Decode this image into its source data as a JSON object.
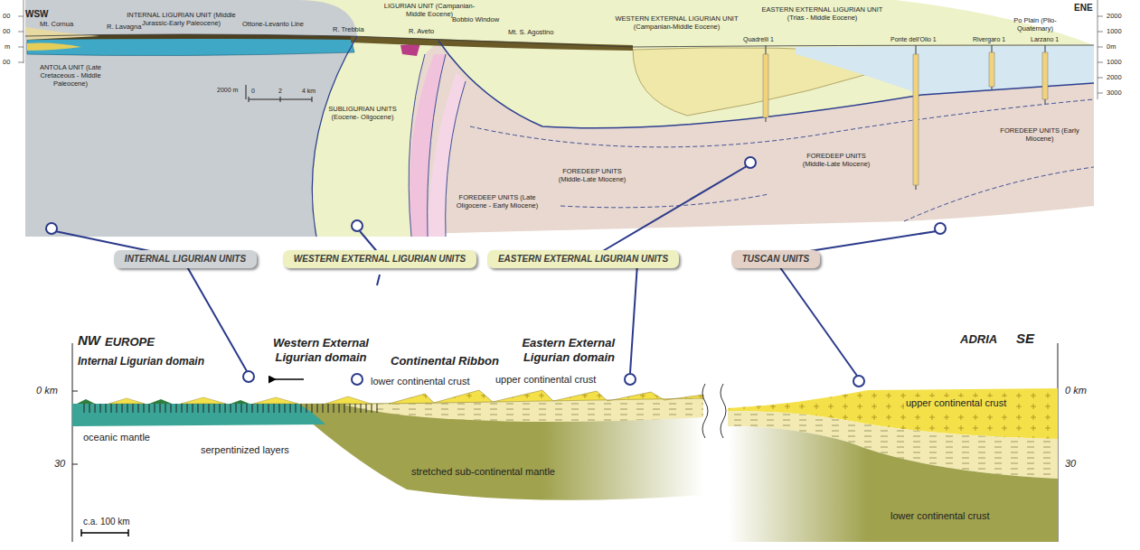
{
  "diagram": {
    "nodes": [
      {
        "text": [
          "INTERNAL LIGURIAN UNITS"
        ]
      },
      {
        "text": [
          "WESTERN EXTERNAL LIGURIAN UNITS"
        ]
      },
      {
        "text": [
          "EASTERN EXTERNAL LIGURIAN UNITS"
        ]
      },
      {
        "text": [
          "TUSCAN UNITS"
        ]
      }
    ],
    "labels": [
      "WSW",
      "Mt. Cornua",
      "R. Lavagna",
      "INTERNAL LIGURIAN UNIT (Middle Jurassic-Early Paleocene)",
      "Ottone-Levanto Line",
      "LIGURIAN UNIT (Campanian-Middle Eocene)",
      "R. Trebbia",
      "R. Aveto",
      "Bobbio Window",
      "Mt. S. Agostino",
      "WESTERN EXTERNAL LIGURIAN UNIT (Campanian-Middle Eocene)",
      "EASTERN EXTERNAL LIGURIAN UNIT (Trias - Middle Eocene)",
      "Quadrelli 1",
      "Ponte dell'Olio 1",
      "Po Plain (Plio-Quaternary)",
      "Rivergaro 1",
      "Larzano 1",
      "ENE",
      "ANTOLA UNIT (Late Cretaceous - Middle Paleocene)",
      "SUBLIGURIAN UNITS (Eocene- Oligocene)",
      "FOREDEEP UNITS (Late Oligocene - Early Miocene)",
      "FOREDEEP UNITS (Middle-Late Miocene)",
      "FOREDEEP UNITS (Middle-Late Miocene)",
      "FOREDEEP UNITS (Early Miocene)",
      "2000 m",
      "0",
      "2",
      "4 km",
      "00",
      "00",
      "m",
      "00",
      "2000",
      "1000",
      "0m",
      "1000",
      "2000",
      "3000",
      "NW",
      "EUROPE",
      "Internal Ligurian domain",
      "Western External Ligurian domain",
      "Continental Ribbon",
      "Eastern External Ligurian domain",
      "ADRIA",
      "SE",
      "0 km",
      "30",
      "0 km",
      "30",
      "lower continental crust",
      "upper continental crust",
      "oceanic mantle",
      "serpentinized layers",
      "stretched sub-continental mantle",
      "upper continental crust",
      "lower continental crust",
      "c.a. 100 km"
    ]
  }
}
